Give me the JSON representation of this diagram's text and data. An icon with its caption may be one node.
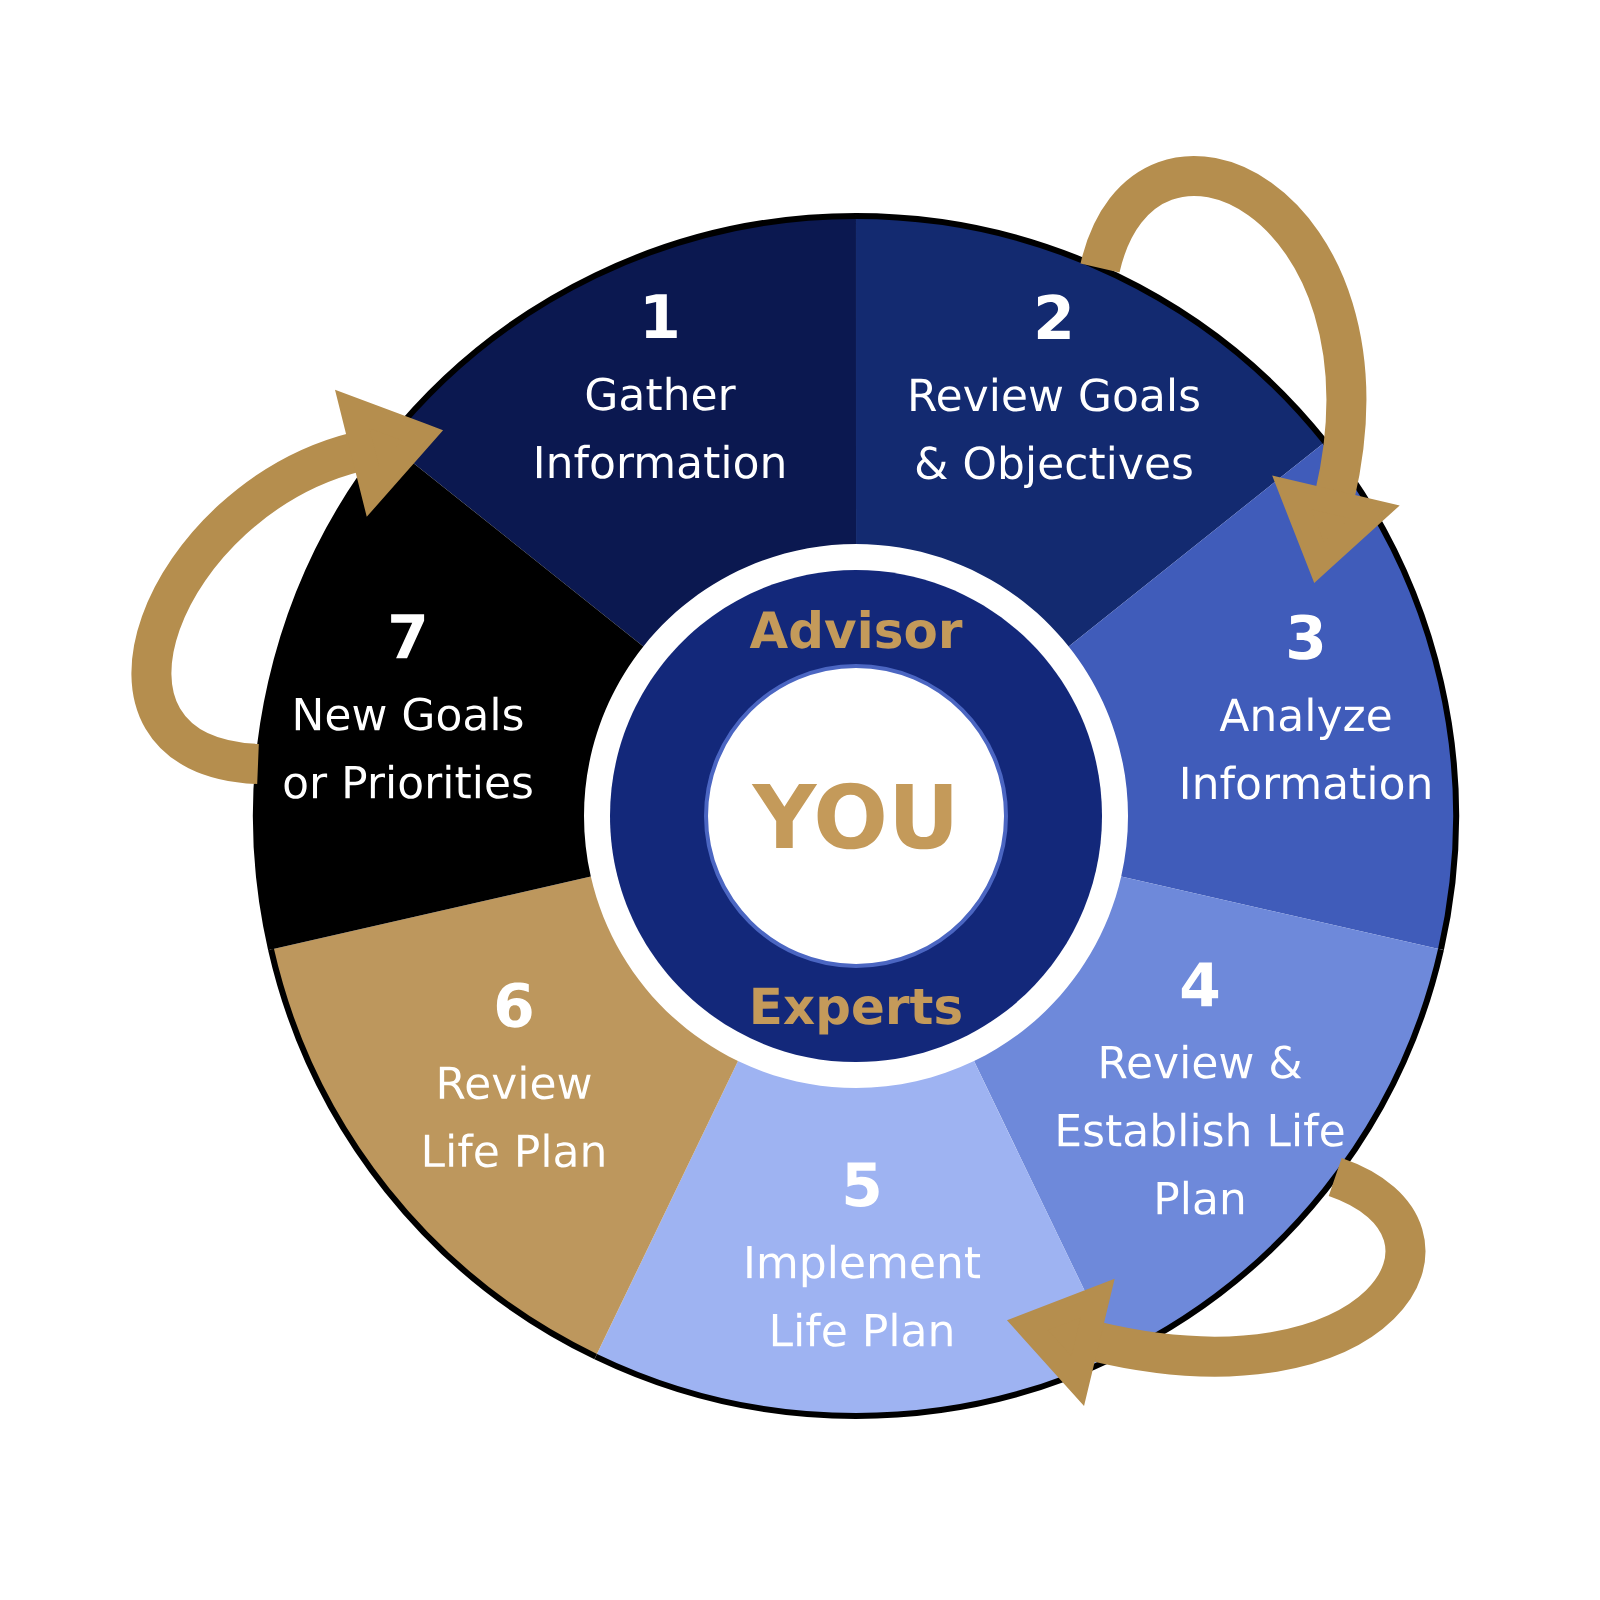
{
  "diagram": {
    "nodes": [
      {
        "text": [
          "1",
          "Gather Information"
        ]
      },
      {
        "text": [
          "2",
          "Review Goals & Objectives"
        ]
      },
      {
        "text": [
          "3",
          "Analyze Information"
        ]
      },
      {
        "text": [
          "4",
          "Review & Establish Life Plan"
        ]
      },
      {
        "text": [
          "5",
          "Implement Life Plan"
        ]
      },
      {
        "text": [
          "6",
          "Review Life Plan"
        ]
      },
      {
        "text": [
          "7",
          "New Goals or Priorities"
        ]
      },
      {
        "text": [
          "Advisor",
          "Experts"
        ]
      },
      {
        "text": [
          "YOU"
        ],
        "in": 7
      }
    ],
    "edges": [
      {
        "from": 1,
        "to": 2,
        "arrow": "to"
      },
      {
        "from": 3,
        "to": 4,
        "arrow": "to"
      },
      {
        "from": 6,
        "to": 0,
        "arrow": "to"
      }
    ]
  }
}
